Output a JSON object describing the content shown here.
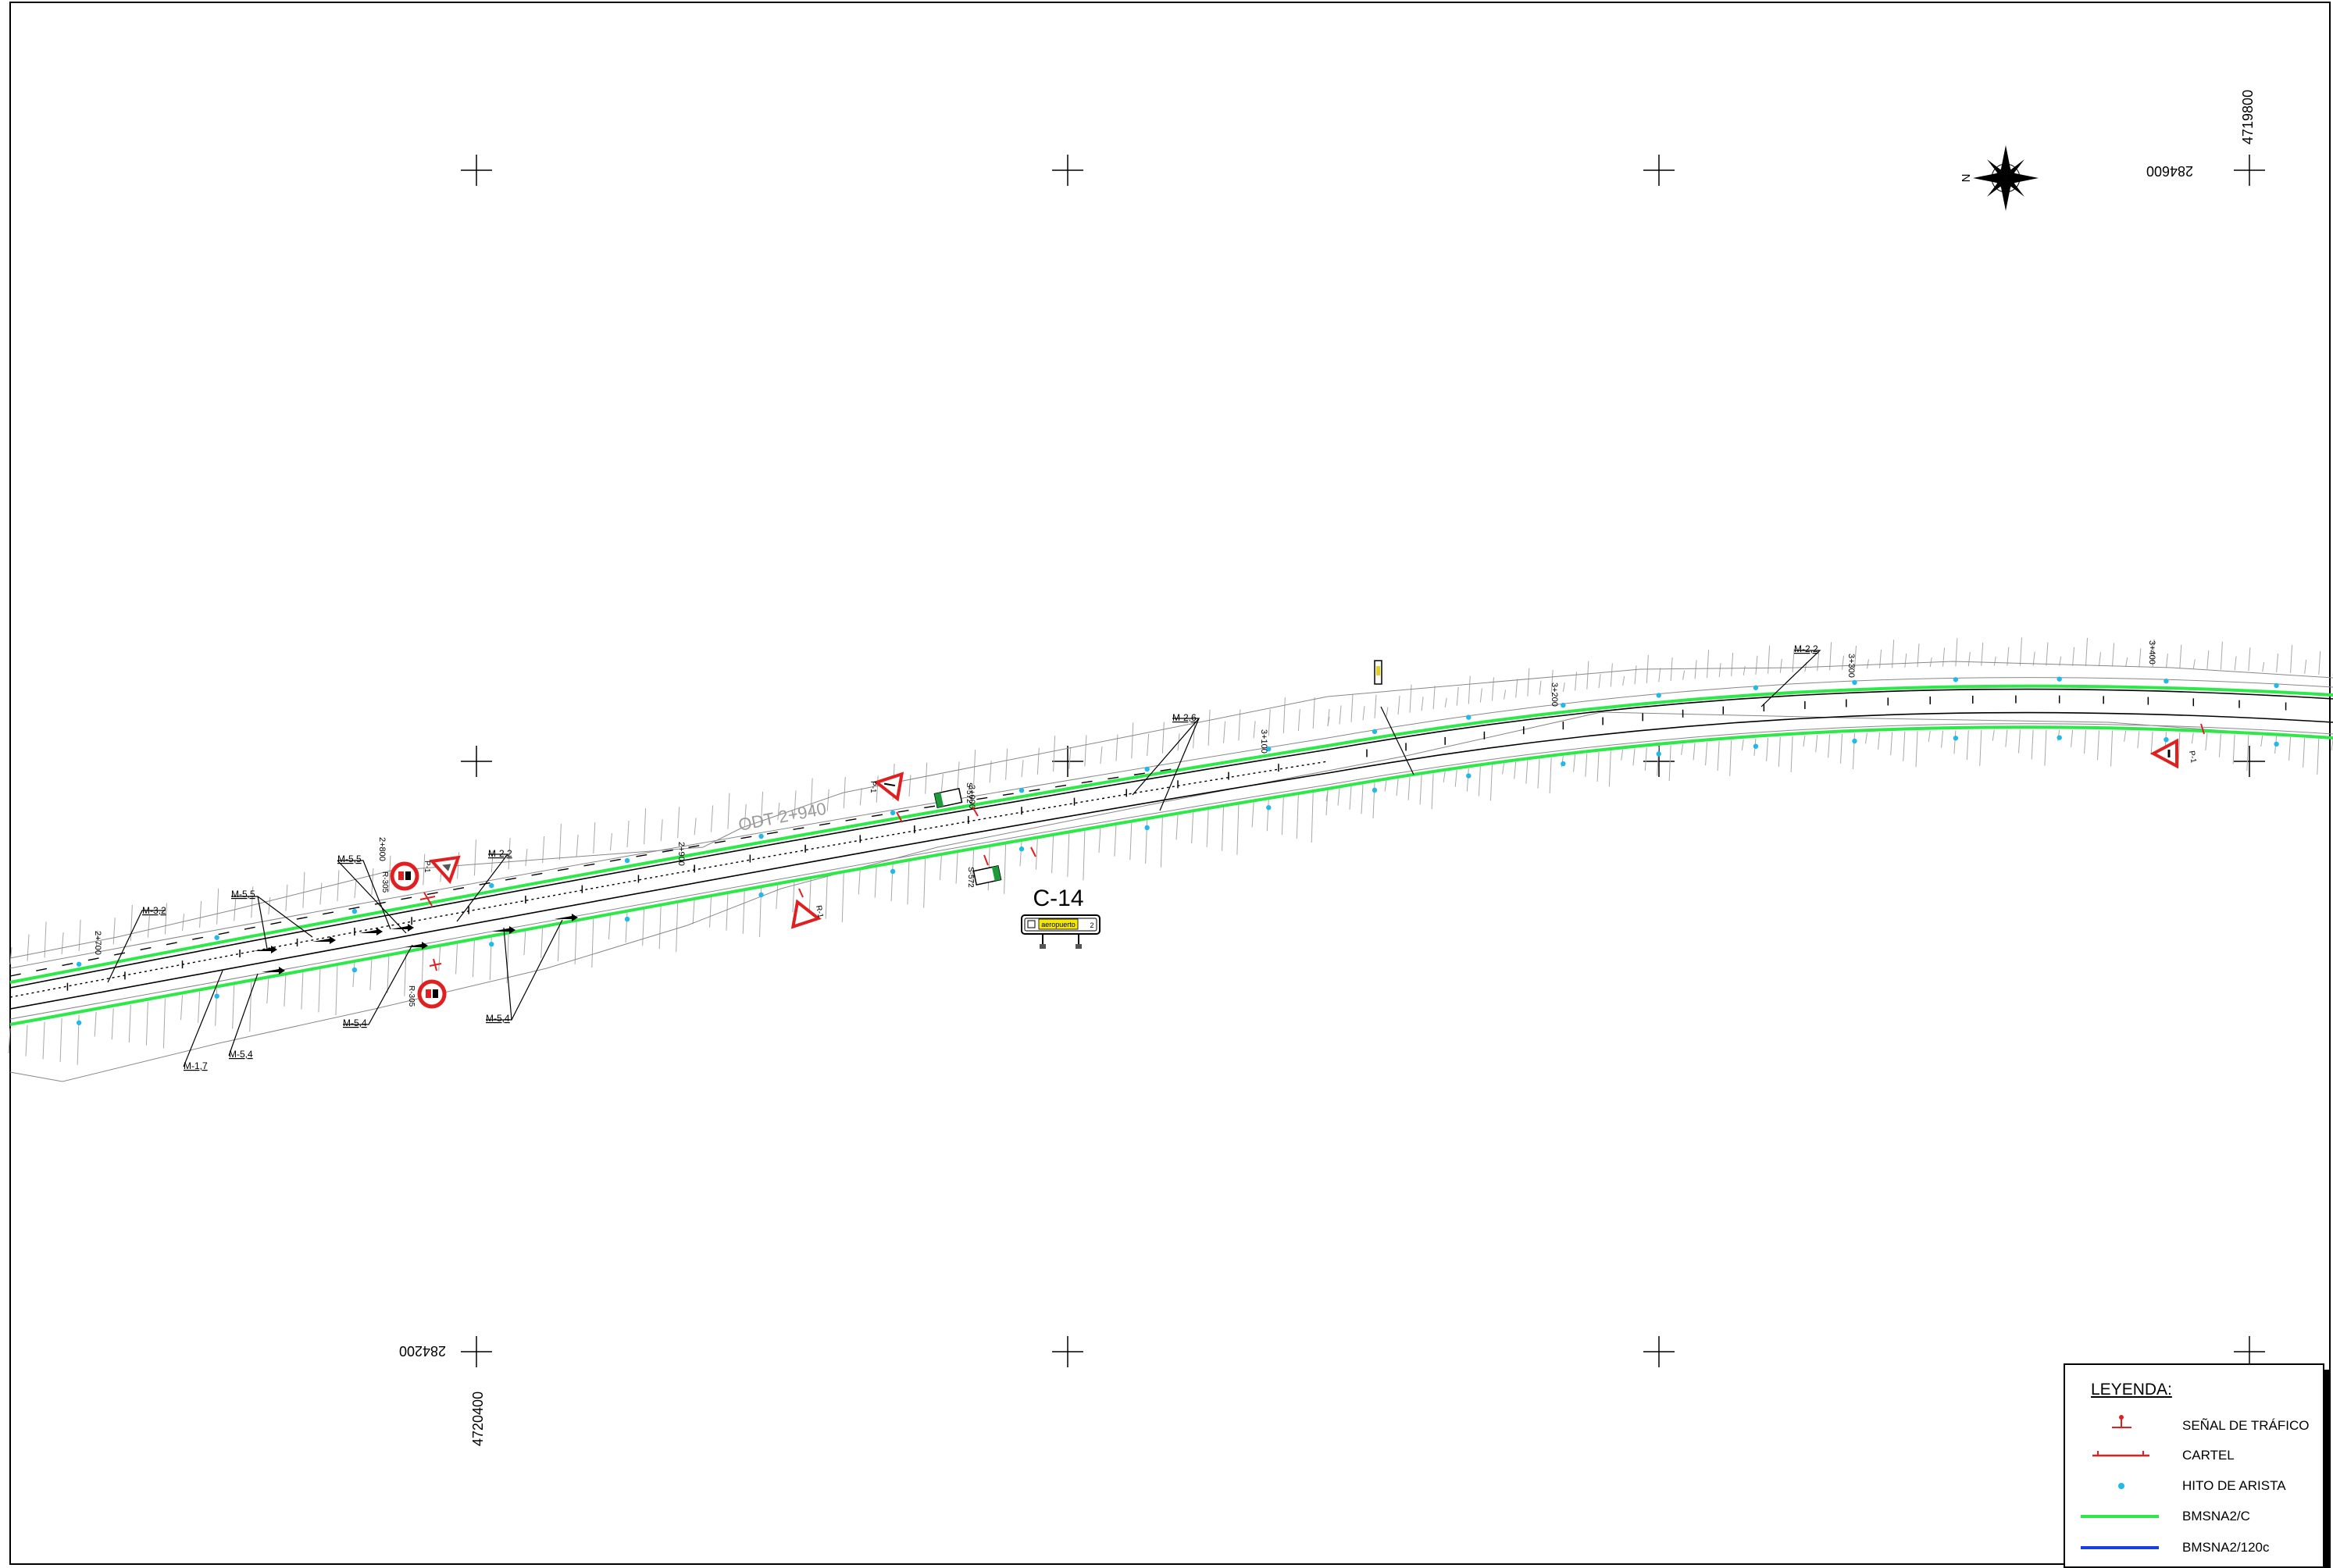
{
  "drawing": {
    "coordinates": {
      "easting_left": "284200",
      "easting_right": "284600",
      "northing_bottom": "4720400",
      "northing_top": "4719800"
    },
    "north_label": "N",
    "odt_label": "ODT 2+940",
    "sign_code": "C-14",
    "sign_panel_text": "aeropuerto",
    "sign_panel_number": "2",
    "stations": [
      "2+700",
      "2+800",
      "2+900",
      "3+000",
      "3+100",
      "3+200",
      "3+300",
      "3+400"
    ],
    "marking_callouts": [
      "M-3,2",
      "M-5,5",
      "M-5,5",
      "M-2,2",
      "M-1,7",
      "M-5,4",
      "M-5,4",
      "M-5,4",
      "M-2,6",
      "M-2,2"
    ],
    "sign_labels": [
      "R-305",
      "R-305",
      "P-1",
      "P-1",
      "R-1",
      "P-1",
      "S-572",
      "S-572"
    ]
  },
  "legend": {
    "title": "LEYENDA:",
    "items": [
      {
        "label": "SEÑAL DE TRÁFICO",
        "symbol": "traffic-sign",
        "color": "#e02020"
      },
      {
        "label": "CARTEL",
        "symbol": "board",
        "color": "#e02020"
      },
      {
        "label": "HITO DE ARISTA",
        "symbol": "post",
        "color": "#22b8e8"
      },
      {
        "label": "BMSNA2/C",
        "symbol": "line",
        "color": "#2ee84a"
      },
      {
        "label": "BMSNA2/120c",
        "symbol": "line",
        "color": "#1a3fe0"
      }
    ]
  },
  "colors": {
    "barrier": "#2ee84a",
    "sign": "#e02020",
    "post": "#22b8e8",
    "road": "#000000",
    "slope": "#9a9a9a"
  }
}
